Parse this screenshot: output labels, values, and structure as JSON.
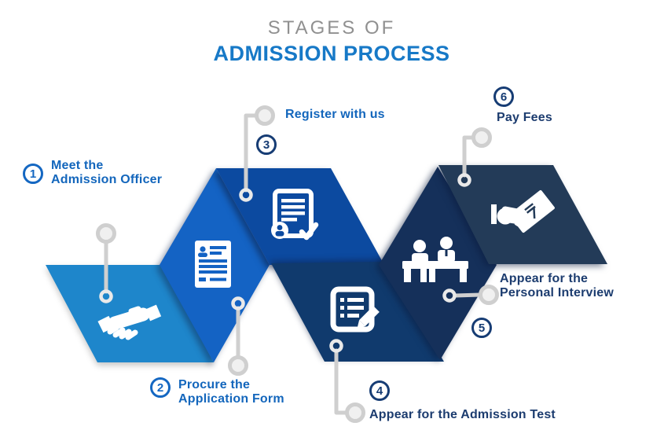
{
  "title": {
    "line1": "STAGES OF",
    "line2": "ADMISSION PROCESS"
  },
  "colors": {
    "title_gray": "#909090",
    "title_blue": "#1779C7",
    "label_blue": "#1366BC",
    "label_navy": "#1C3C6F",
    "number_blue": "#1467C2",
    "number_navy": "#163C74",
    "connector_gray": "#CFCFCF",
    "background": "#FFFFFF"
  },
  "stages": [
    {
      "number": "1",
      "label_line1": "Meet the",
      "label_line2": "Admission Officer",
      "shape_color": "#1E86CB",
      "icon": "handshake-icon"
    },
    {
      "number": "2",
      "label_line1": "Procure the",
      "label_line2": "Application Form",
      "shape_color": "#1463C4",
      "icon": "application-form-icon"
    },
    {
      "number": "3",
      "label_line1": "Register with us",
      "label_line2": "",
      "shape_color": "#0C4AA0",
      "icon": "register-document-icon"
    },
    {
      "number": "4",
      "label_line1": "Appear for the Admission Test",
      "label_line2": "",
      "shape_color": "#103A6D",
      "icon": "admission-test-icon"
    },
    {
      "number": "5",
      "label_line1": "Appear for the",
      "label_line2": "Personal Interview",
      "shape_color": "#15305A",
      "icon": "interview-desk-icon"
    },
    {
      "number": "6",
      "label_line1": "Pay Fees",
      "label_line2": "",
      "shape_color": "#233B58",
      "icon": "pay-fees-hand-icon"
    }
  ]
}
